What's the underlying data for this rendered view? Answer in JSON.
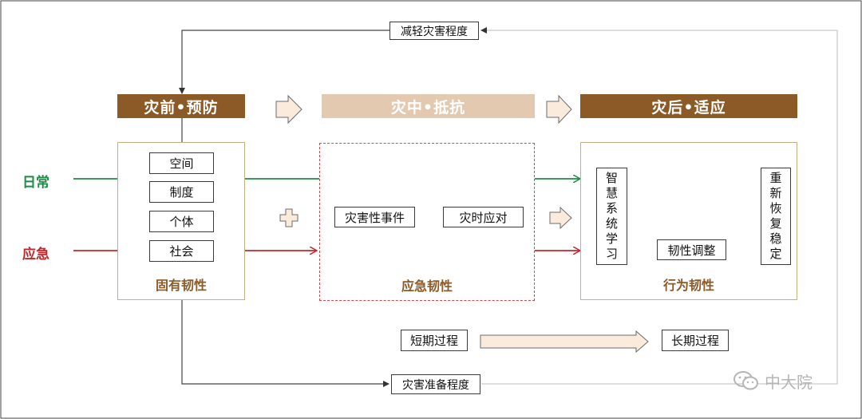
{
  "colors": {
    "header_dark": "#8B5A26",
    "header_light": "#E2C9B0",
    "panel_border": "#C9AE7F",
    "dashed_border": "#D2474E",
    "normal_green": "#1E8C45",
    "emergency_red": "#C0282B",
    "arrow_fill": "#FBEBDD"
  },
  "top_feedback": "减轻灾害程度",
  "bottom_feedback": "灾害准备程度",
  "side_labels": {
    "normal": "日常",
    "emergency": "应急"
  },
  "phases": {
    "before": "灾前•预防",
    "during": "灾中•抵抗",
    "after": "灾后•适应"
  },
  "panel_before": {
    "items": [
      "空间",
      "制度",
      "个体",
      "社会"
    ],
    "title": "固有韧性"
  },
  "panel_during": {
    "event": "灾害性事件",
    "response": "灾时应对",
    "title": "应急韧性"
  },
  "panel_after": {
    "learning": [
      "智",
      "慧",
      "系",
      "统",
      "学",
      "习"
    ],
    "adjust": "韧性调整",
    "restore": [
      "重",
      "新",
      "恢",
      "复",
      "稳",
      "定"
    ],
    "title": "行为韧性"
  },
  "timeline": {
    "short": "短期过程",
    "long": "长期过程"
  },
  "watermark": "中大院"
}
